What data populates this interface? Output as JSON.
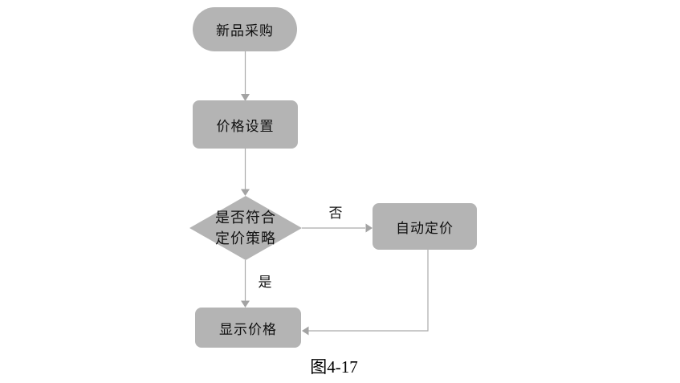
{
  "figure": {
    "caption": "图4-17"
  },
  "colors": {
    "background": "#ffffff",
    "shape_fill": "#b4b4b4",
    "connector": "#ababab",
    "arrowhead": "#a3a3a3",
    "text": "#111111"
  },
  "flowchart": {
    "nodes": {
      "start": {
        "type": "terminator",
        "label": "新品采购"
      },
      "price_setting": {
        "type": "process",
        "label": "价格设置"
      },
      "decision": {
        "type": "decision",
        "label": "是否符合定价策略",
        "line1": "是否符合",
        "line2": "定价策略"
      },
      "auto_pricing": {
        "type": "process",
        "label": "自动定价"
      },
      "show_price": {
        "type": "process",
        "label": "显示价格"
      }
    },
    "edges": [
      {
        "from": "start",
        "to": "price_setting",
        "label": ""
      },
      {
        "from": "price_setting",
        "to": "decision",
        "label": ""
      },
      {
        "from": "decision",
        "to": "auto_pricing",
        "label": "否"
      },
      {
        "from": "decision",
        "to": "show_price",
        "label": "是"
      },
      {
        "from": "auto_pricing",
        "to": "show_price",
        "label": ""
      }
    ],
    "edge_labels": {
      "no": "否",
      "yes": "是"
    }
  }
}
